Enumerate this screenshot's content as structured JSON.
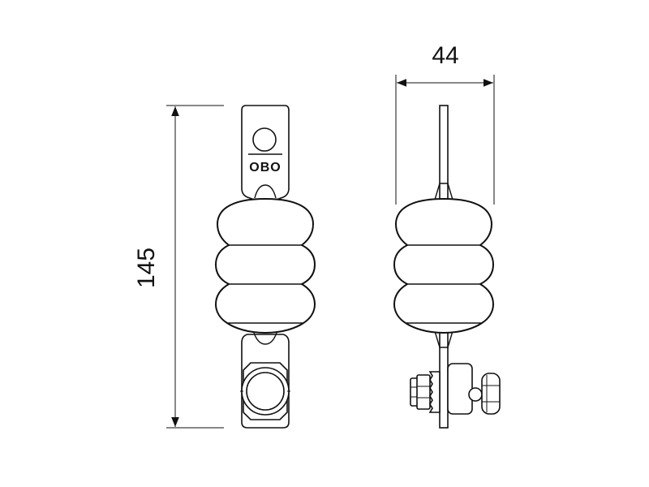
{
  "dimensions": {
    "height_label": "145",
    "width_label": "44"
  },
  "logo": {
    "text": "OBO"
  }
}
